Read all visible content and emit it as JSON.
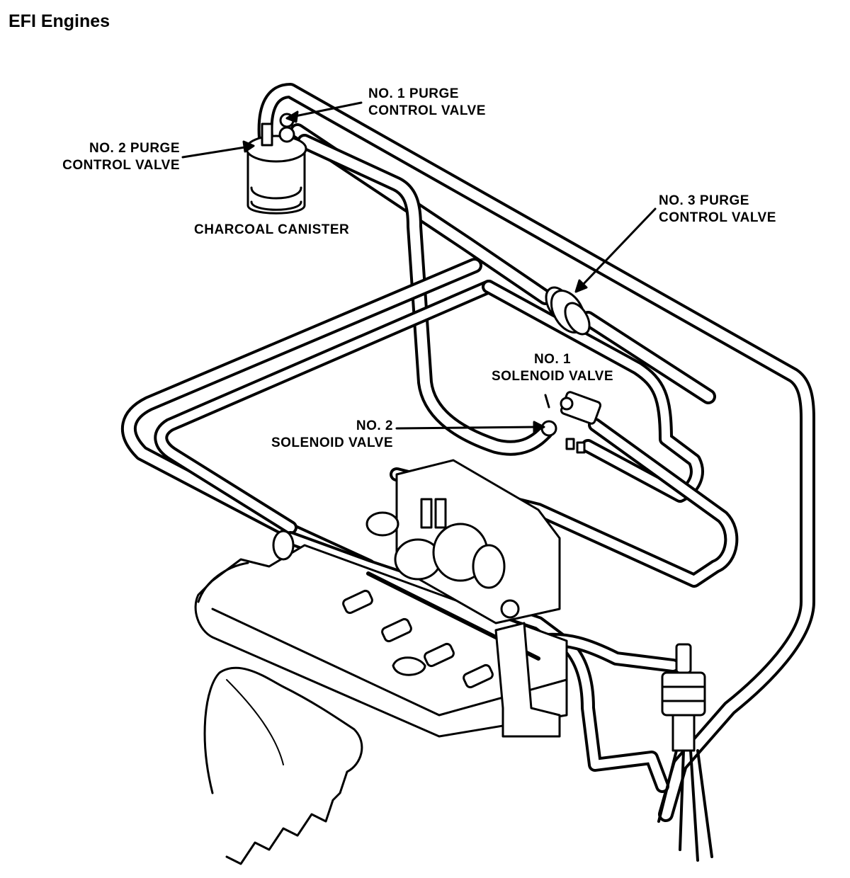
{
  "title": "EFI Engines",
  "labels": {
    "purge1": {
      "line1": "NO. 1 PURGE",
      "line2": "CONTROL VALVE"
    },
    "purge2": {
      "line1": "NO. 2 PURGE",
      "line2": "CONTROL VALVE"
    },
    "purge3": {
      "line1": "NO. 3 PURGE",
      "line2": "CONTROL VALVE"
    },
    "canister": "CHARCOAL CANISTER",
    "sol1": {
      "line1": "NO. 1",
      "line2": "SOLENOID VALVE"
    },
    "sol2": {
      "line1": "NO. 2",
      "line2": "SOLENOID VALVE"
    }
  }
}
